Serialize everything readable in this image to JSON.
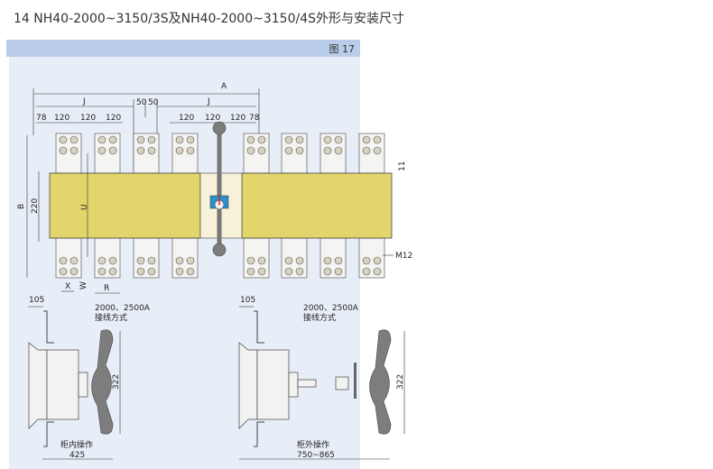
{
  "title": "14 NH40-2000~3150/3S及NH40-2000~3150/4S外形与安装尺寸",
  "figure_label": "图 17",
  "top_view": {
    "A": "A",
    "J_left": "J",
    "J_right": "J",
    "d50a": "50",
    "d50b": "50",
    "d78_left": "78",
    "d78_right": "78",
    "d120": [
      "120",
      "120",
      "120",
      "120",
      "120",
      "120"
    ],
    "B": "B",
    "d220": "220",
    "U": "U",
    "d11": "11",
    "X": "X",
    "W": "W",
    "R": "R",
    "M12": "M12"
  },
  "side_inner": {
    "d105": "105",
    "note1": "2000、2500A",
    "note2": "接线方式",
    "d322": "322",
    "mode": "柜内操作",
    "depth": "425"
  },
  "side_outer": {
    "d105": "105",
    "note1": "2000、2500A",
    "note2": "接线方式",
    "d322": "322",
    "mode": "柜外操作",
    "depth": "750~865"
  }
}
